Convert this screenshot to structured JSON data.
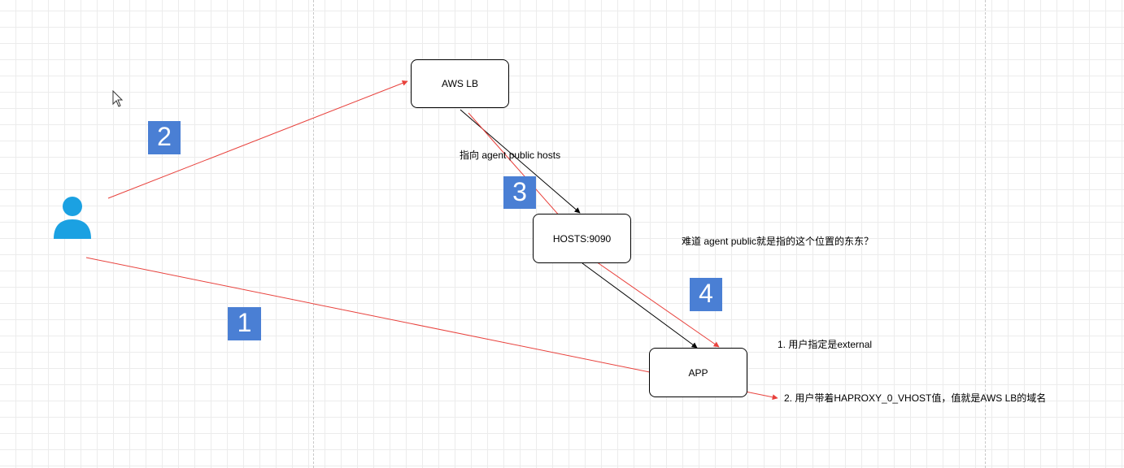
{
  "nodes": {
    "aws_lb": "AWS LB",
    "hosts": "HOSTS:9090",
    "app": "APP"
  },
  "badges": {
    "b1": "1",
    "b2": "2",
    "b3": "3",
    "b4": "4"
  },
  "annotations": {
    "agent_hosts": "指向 agent public hosts",
    "question": "难道 agent public就是指的这个位置的东东？",
    "note_1": "1. 用户指定是external",
    "note_2": "2. 用户带着HAPROXY_0_VHOST值，值就是AWS LB的域名"
  },
  "colors": {
    "badge": "#4a7fd4",
    "red_arrow": "#e8413c",
    "black_arrow": "#000000",
    "user_icon": "#1ba1e2"
  },
  "icons": {
    "user": "user-icon",
    "cursor": "mouse-cursor-icon"
  }
}
